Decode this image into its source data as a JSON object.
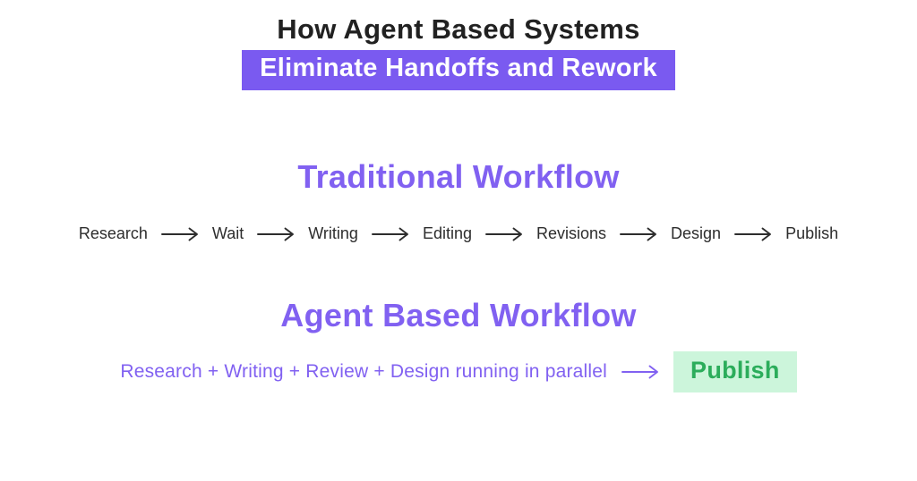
{
  "page": {
    "background": "#ffffff"
  },
  "header": {
    "title": "How Agent Based Systems",
    "title_color": "#212121",
    "highlight": "Eliminate Handoffs and Rework",
    "highlight_bg": "#7a5af0",
    "highlight_text_color": "#ffffff"
  },
  "traditional": {
    "heading": "Traditional Workflow",
    "heading_color": "#8161f1",
    "steps": [
      "Research",
      "Wait",
      "Writing",
      "Editing",
      "Revisions",
      "Design",
      "Publish"
    ],
    "step_text_color": "#2d2d2d",
    "arrow_icon": "long-right-arrow"
  },
  "agent": {
    "heading": "Agent Based Workflow",
    "heading_color": "#8161f1",
    "parallel_text": "Research + Writing + Review + Design running in parallel",
    "parallel_text_color": "#8161f1",
    "arrow_icon": "long-right-arrow",
    "arrow_color": "#8161f1",
    "result_label": "Publish",
    "result_text_color": "#2bad5b",
    "result_bg": "#ccf5db"
  }
}
